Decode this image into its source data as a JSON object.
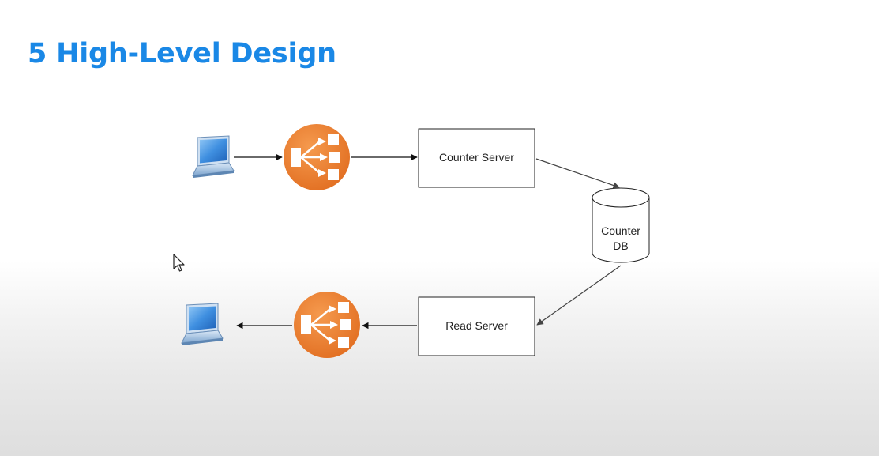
{
  "slide": {
    "title": "5 High-Level Design"
  },
  "diagram": {
    "nodes": {
      "client_top": {
        "icon": "laptop-icon"
      },
      "load_balancer_top": {
        "icon": "load-balancer-icon"
      },
      "counter_server": {
        "label": "Counter Server"
      },
      "counter_db": {
        "label_line1": "Counter",
        "label_line2": "DB"
      },
      "read_server": {
        "label": "Read Server"
      },
      "load_balancer_bottom": {
        "icon": "load-balancer-icon"
      },
      "client_bottom": {
        "icon": "laptop-icon"
      }
    },
    "edges": [
      {
        "from": "client_top",
        "to": "load_balancer_top"
      },
      {
        "from": "load_balancer_top",
        "to": "counter_server"
      },
      {
        "from": "counter_server",
        "to": "counter_db"
      },
      {
        "from": "counter_db",
        "to": "read_server"
      },
      {
        "from": "read_server",
        "to": "load_balancer_bottom"
      },
      {
        "from": "load_balancer_bottom",
        "to": "client_bottom"
      }
    ],
    "colors": {
      "title": "#1a88e6",
      "load_balancer": "#ee7b2f",
      "laptop_screen": "#3f8fe0"
    }
  }
}
